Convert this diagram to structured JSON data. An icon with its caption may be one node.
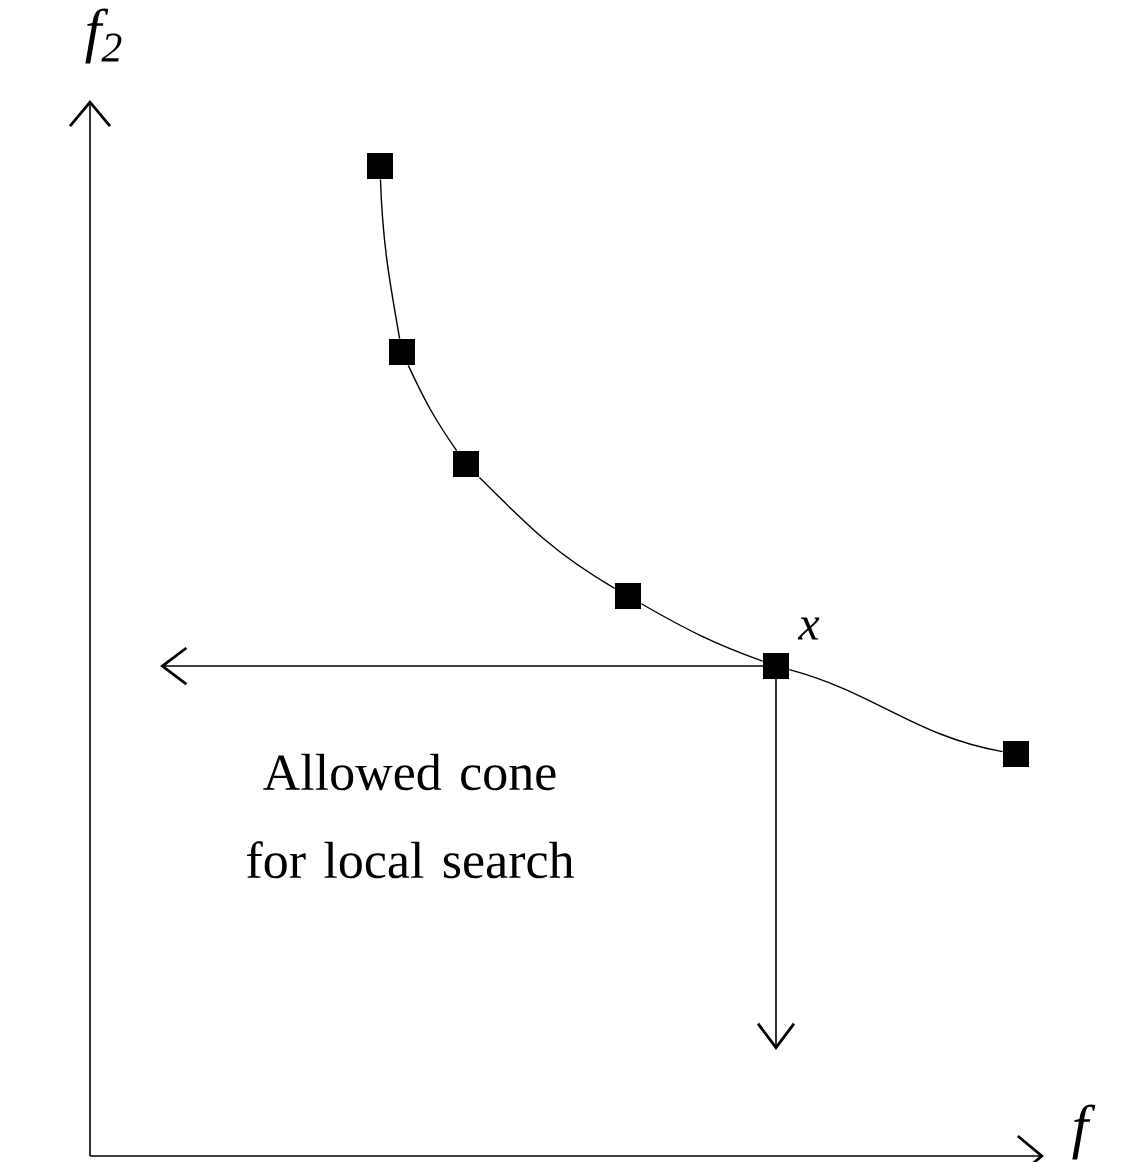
{
  "diagram": {
    "nodes": [
      {
        "text": [],
        "shape": "box"
      },
      {
        "text": [],
        "shape": "box"
      },
      {
        "text": [],
        "shape": "box"
      },
      {
        "text": [],
        "shape": "box"
      },
      {
        "text": [],
        "shape": "box",
        "beside": [
          "x"
        ]
      },
      {
        "text": [],
        "shape": "box"
      }
    ],
    "edges": [
      {
        "from": 0,
        "to": 1,
        "arrow": "none"
      },
      {
        "from": 1,
        "to": 2,
        "arrow": "none"
      },
      {
        "from": 2,
        "to": 3,
        "arrow": "none"
      },
      {
        "from": 3,
        "to": 4,
        "arrow": "none"
      },
      {
        "from": 4,
        "to": 5,
        "arrow": "none"
      },
      {
        "from": 4,
        "to": null,
        "arrow": "to"
      },
      {
        "from": 4,
        "to": null,
        "arrow": "to"
      }
    ],
    "labels": [
      "f$_{2}$",
      "f",
      "Allowed cone for local search"
    ]
  }
}
